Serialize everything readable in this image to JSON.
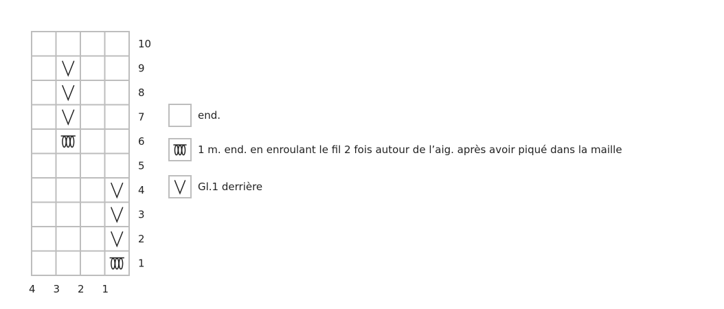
{
  "chart": {
    "cols": 4,
    "rows": 10,
    "column_labels": [
      "4",
      "3",
      "2",
      "1"
    ],
    "row_labels": [
      "10",
      "9",
      "8",
      "7",
      "6",
      "5",
      "4",
      "3",
      "2",
      "1"
    ],
    "cells": [
      {
        "row": "9",
        "col": "3",
        "symbol": "slip"
      },
      {
        "row": "8",
        "col": "3",
        "symbol": "slip"
      },
      {
        "row": "7",
        "col": "3",
        "symbol": "slip"
      },
      {
        "row": "6",
        "col": "3",
        "symbol": "wrap"
      },
      {
        "row": "4",
        "col": "1",
        "symbol": "slip"
      },
      {
        "row": "3",
        "col": "1",
        "symbol": "slip"
      },
      {
        "row": "2",
        "col": "1",
        "symbol": "slip"
      },
      {
        "row": "1",
        "col": "1",
        "symbol": "wrap"
      }
    ]
  },
  "legend": [
    {
      "symbol": "blank",
      "text": "end."
    },
    {
      "symbol": "wrap",
      "text": "1 m. end. en enroulant le fil 2 fois autour de l’aig. après avoir piqué dans la maille"
    },
    {
      "symbol": "slip",
      "text": "Gl.1 derrière"
    }
  ],
  "colors": {
    "grid": "#bdbdbd",
    "symbol": "#222222",
    "text": "#222222"
  }
}
